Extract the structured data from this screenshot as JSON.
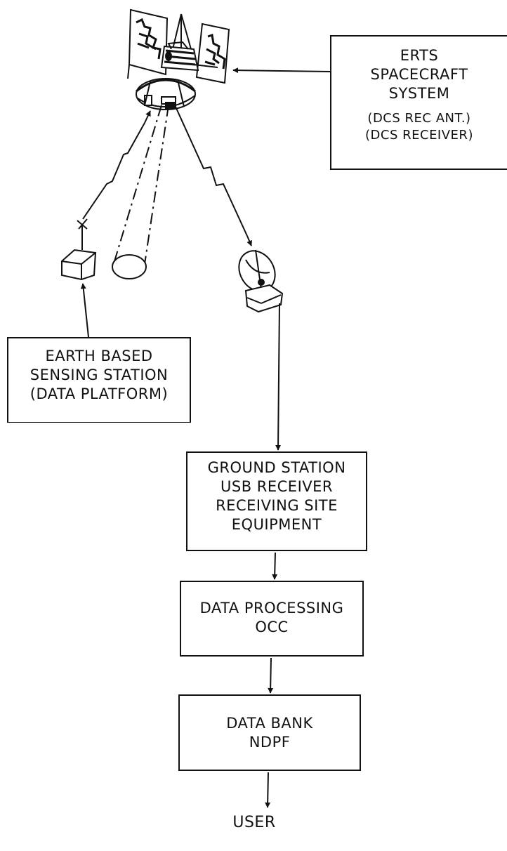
{
  "erts_box": {
    "lines": [
      "ERTS",
      "SPACECRAFT",
      "SYSTEM"
    ],
    "sub_lines": [
      "(DCS REC ANT.)",
      "(DCS RECEIVER)"
    ]
  },
  "earth_box": {
    "lines": [
      "EARTH BASED",
      "SENSING STATION",
      "(DATA PLATFORM)"
    ]
  },
  "ground_box": {
    "lines": [
      "GROUND STATION",
      "USB RECEIVER",
      "RECEIVING SITE",
      "EQUIPMENT"
    ]
  },
  "processing_box": {
    "lines": [
      "DATA PROCESSING",
      "OCC"
    ]
  },
  "bank_box": {
    "lines": [
      "DATA BANK",
      "NDPF"
    ]
  },
  "user_label": "USER"
}
